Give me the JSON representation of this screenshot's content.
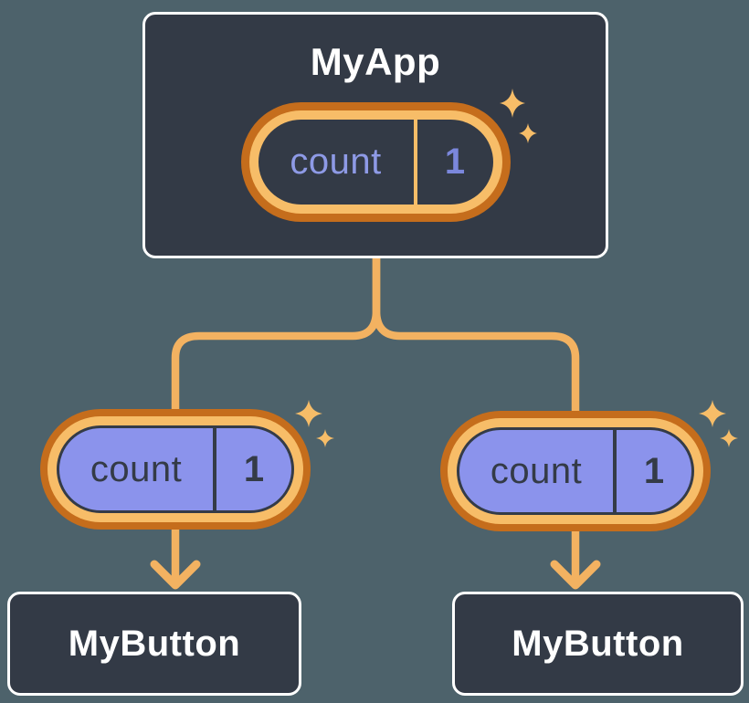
{
  "diagram": {
    "root": {
      "label": "MyApp",
      "state": {
        "name": "count",
        "value": "1"
      }
    },
    "children": [
      {
        "label": "MyButton",
        "state": {
          "name": "count",
          "value": "1"
        }
      },
      {
        "label": "MyButton",
        "state": {
          "name": "count",
          "value": "1"
        }
      }
    ]
  },
  "colors": {
    "background": "#4D626B",
    "node_fill": "#333A46",
    "node_border": "#FFFFFF",
    "connector": "#F3B261",
    "ring_outer": "#C56D1C",
    "ring_inner": "#F7BD68",
    "child_fill": "#8B93EC",
    "child_text": "#343B47",
    "root_key": "#8E9AE6",
    "root_value": "#7B87DC",
    "sparkle": "#F7BD68"
  }
}
